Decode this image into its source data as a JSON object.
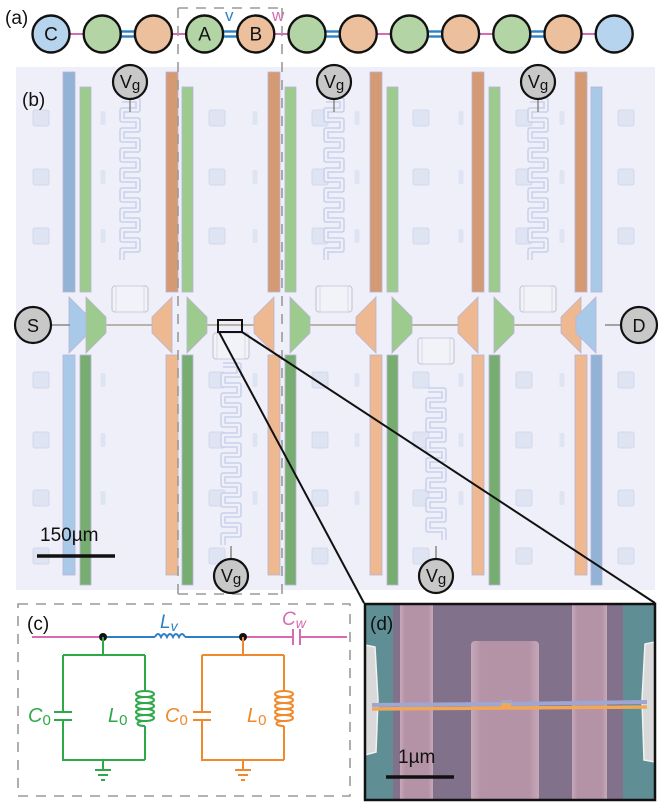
{
  "figure": {
    "panels": {
      "a": {
        "label": "(a)",
        "nodes": [
          {
            "type": "C",
            "text": "C"
          },
          {
            "type": "A",
            "text": ""
          },
          {
            "type": "B",
            "text": ""
          },
          {
            "type": "A",
            "text": "A"
          },
          {
            "type": "B",
            "text": "B"
          },
          {
            "type": "A",
            "text": ""
          },
          {
            "type": "B",
            "text": ""
          },
          {
            "type": "A",
            "text": ""
          },
          {
            "type": "B",
            "text": ""
          },
          {
            "type": "A",
            "text": ""
          },
          {
            "type": "B",
            "text": ""
          },
          {
            "type": "C",
            "text": ""
          }
        ],
        "bonds": [
          "w",
          "v",
          "w",
          "v",
          "w",
          "v",
          "w",
          "v",
          "w",
          "v",
          "w"
        ],
        "v_label": "v",
        "w_label": "w"
      },
      "b": {
        "label": "(b)",
        "source_label": "S",
        "drain_label": "D",
        "gate_label_main": "V",
        "gate_label_sub": "g",
        "scale_bar_label": "150µm"
      },
      "c": {
        "label": "(c)",
        "Lv_main": "L",
        "Lv_sub": "v",
        "Cw_main": "C",
        "Cw_sub": "w",
        "C0_main": "C",
        "C0_sub": "0",
        "L0_main": "L",
        "L0_sub": "0"
      },
      "d": {
        "label": "(d)",
        "scale_bar_label": "1µm"
      }
    },
    "colors": {
      "site_A": "#b3d4a5",
      "site_B": "#ecc09c",
      "site_C": "#b7d4ef",
      "bond_v": "#2e80c4",
      "bond_w": "#d66bb1",
      "circuit_A": "#2fa84a",
      "circuit_B": "#f0892b",
      "chip_bg": "#eeeff8",
      "electrode_green": "#9ccb8d",
      "electrode_green_dark": "#78ad72",
      "electrode_orange": "#eeb890",
      "electrode_orange_dark": "#d49a74",
      "electrode_blue": "#a9c9e9",
      "electrode_blue_dark": "#93b3d6",
      "terminal_fill": "#c8c8c8",
      "sem_bg": "#5f8f95",
      "sem_substrate": "#82718b",
      "sem_gate": "#b493a7",
      "sem_wire_top": "#9ea7d3",
      "sem_wire_bottom": "#f0a856"
    }
  }
}
